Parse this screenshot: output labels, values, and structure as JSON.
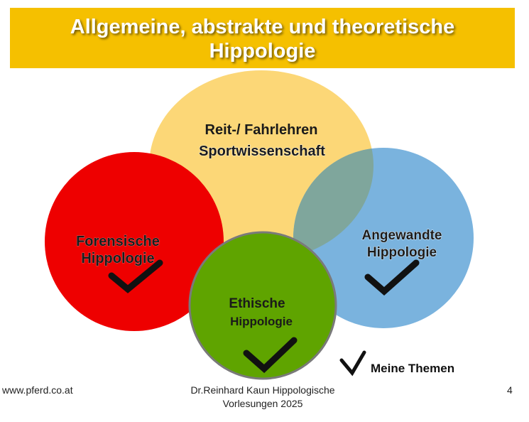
{
  "title": {
    "line1": "Allgemeine, abstrakte und theoretische",
    "line2": "Hippologie"
  },
  "circles": {
    "top": {
      "line1": "Reit-/ Fahrlehren",
      "line2": "Sportwissenschaft",
      "color": "#fcd777"
    },
    "left": {
      "line1": "Forensische",
      "line2": "Hippologie",
      "color": "#ee0000",
      "checked": true
    },
    "right": {
      "line1": "Angewandte",
      "line2": "Hippologie",
      "color": "#7ab3de",
      "checked": true
    },
    "center": {
      "line1": "Ethische",
      "line2": "Hippologie",
      "color": "#5fa400",
      "checked": true
    }
  },
  "legend": {
    "label": "Meine Themen",
    "icon": "checkmark-icon"
  },
  "footer": {
    "left": "www.pferd.co.at",
    "center_line1": "Dr.Reinhard Kaun Hippologische",
    "center_line2": "Vorlesungen 2025",
    "page_number": "4"
  }
}
